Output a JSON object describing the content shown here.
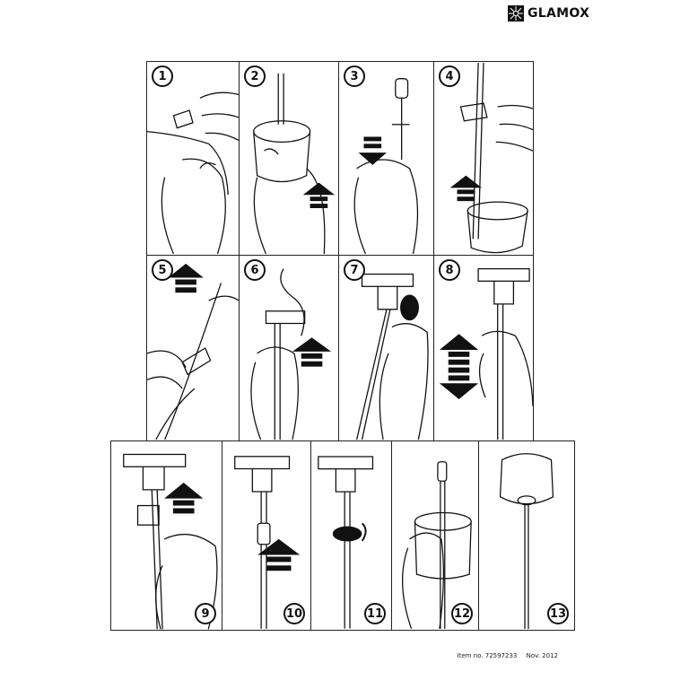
{
  "brand": {
    "name": "GLAMOX",
    "logo_icon": "sunburst-icon"
  },
  "steps": [
    {
      "number": "1"
    },
    {
      "number": "2"
    },
    {
      "number": "3"
    },
    {
      "number": "4"
    },
    {
      "number": "5"
    },
    {
      "number": "6"
    },
    {
      "number": "7"
    },
    {
      "number": "8"
    },
    {
      "number": "9"
    },
    {
      "number": "10"
    },
    {
      "number": "11"
    },
    {
      "number": "12"
    },
    {
      "number": "13"
    }
  ],
  "footer": {
    "item_no": "Item no. 72597233",
    "date": "Nov. 2012"
  },
  "icons": {
    "arrow": "arrow-icon",
    "hand": "hand-icon",
    "cable": "cable-icon"
  }
}
